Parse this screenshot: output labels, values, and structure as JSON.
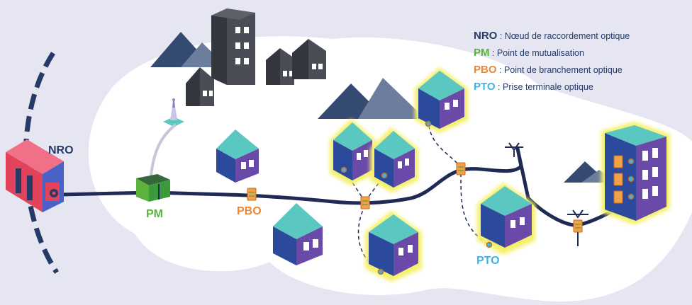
{
  "legend": [
    {
      "abbr": "NRO",
      "sep": " : ",
      "text": "Nœud de raccordement optique",
      "color": "#253a66"
    },
    {
      "abbr": "PM",
      "sep": " : ",
      "text": "Point de mutualisation",
      "color": "#5bb33b"
    },
    {
      "abbr": "PBO",
      "sep": " : ",
      "text": "Point de branchement optique",
      "color": "#ef8632"
    },
    {
      "abbr": "PTO",
      "sep": " : ",
      "text": "Prise terminale optique",
      "color": "#3fb3e8"
    }
  ],
  "labels": {
    "nro": "NRO",
    "pm": "PM",
    "pbo": "PBO",
    "pto": "PTO"
  },
  "colors": {
    "background": "#e6e5f2",
    "cloud": "#ffffff",
    "cable": "#1f2a55",
    "nro_red": "#e2435a",
    "pm_green": "#3d9a3c",
    "pbo_orange": "#f0a14a",
    "pto_blue": "#3fb3e8",
    "house_roof": "#5ac7c0",
    "house_left": "#2c4a9c",
    "house_right": "#6a4aa8",
    "highlight": "#f5f06a",
    "gray_building": "#4a4d55",
    "mountain": "#344a70"
  }
}
